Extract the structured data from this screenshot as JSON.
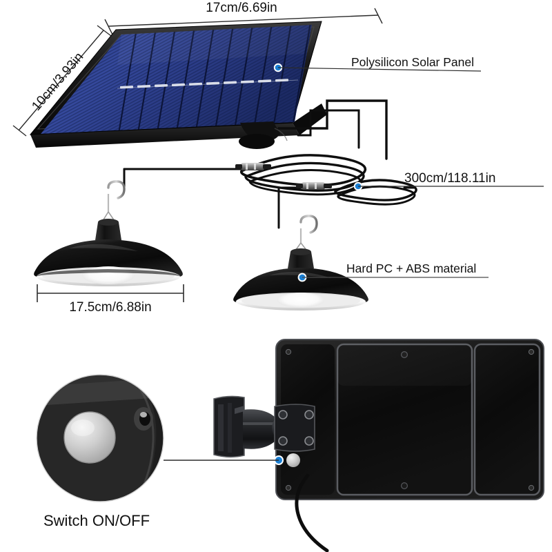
{
  "diagram": {
    "title": "Solar Pendant Light Product Specification Diagram",
    "background_color": "#ffffff"
  },
  "colors": {
    "marker_blue": "#1a7fd4",
    "panel_cell_blue": "#2a3f8f",
    "panel_cell_blue_dark": "#18265c",
    "body_black": "#151515",
    "frame_black": "#0d0d0d",
    "bracket_grey": "#5a5c60",
    "switch_silver": "#c9c9c9",
    "line_grey": "#3a3a3a",
    "text_black": "#111111"
  },
  "dimensions": {
    "panel_width": {
      "value": "17cm/6.69in",
      "name": "solar panel width"
    },
    "panel_depth": {
      "value": "10cm/3.93in",
      "name": "solar panel depth"
    },
    "cable_length": {
      "value": "300cm/118.11in",
      "name": "cable length"
    },
    "lamp_diameter": {
      "value": "17.5cm/6.88in",
      "name": "lamp shade diameter"
    }
  },
  "callouts": [
    {
      "id": "solar-panel",
      "label": "Polysilicon Solar Panel"
    },
    {
      "id": "cable",
      "label": "300cm/118.11in"
    },
    {
      "id": "material",
      "label": "Hard PC + ABS material"
    },
    {
      "id": "switch",
      "label": "Switch ON/OFF"
    }
  ],
  "parts": {
    "solar_panel": "Polysilicon Solar Panel",
    "pendant_lamp_left": "Pendant lamp",
    "pendant_lamp_right": "Pendant lamp",
    "connector_left": "Cable connector",
    "connector_right": "Cable connector",
    "panel_back": "Solar panel back housing",
    "wall_bracket": "Adjustable wall mount bracket",
    "switch_button": "ON/OFF switch button",
    "magnifier": "Switch detail magnifier"
  },
  "markers": {
    "panel_dot": "blue marker dot on solar panel",
    "cable_dot": "blue marker dot on cable",
    "lamp_dot": "blue marker dot on lamp shade",
    "switch_dot": "blue marker dot beside switch"
  }
}
